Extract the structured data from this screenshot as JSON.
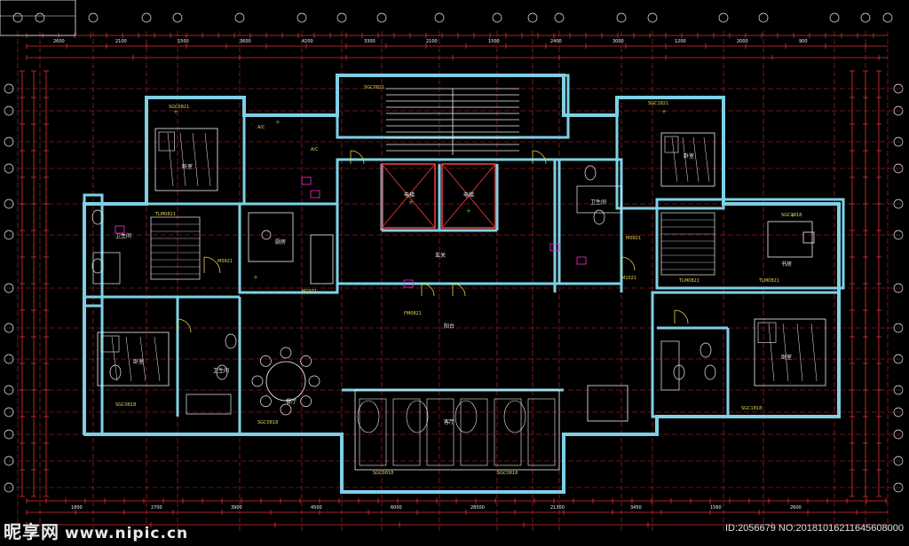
{
  "drawing": {
    "room_labels": [
      "卧室",
      "卧室",
      "卧室",
      "卧室",
      "客厅",
      "餐厅",
      "厨房",
      "电梯",
      "电梯",
      "阳台",
      "卫生间",
      "卫生间",
      "卫生间",
      "书房",
      "玄关"
    ],
    "tags": [
      "SGC0821",
      "SGC0821",
      "SGC1821",
      "SGC0818",
      "SGC0818",
      "SGC1818",
      "SGC1818",
      "SGC0818",
      "SGC0818",
      "TLM0821",
      "TLM0821",
      "TLM0821",
      "M0921",
      "M0921",
      "M1021",
      "M1021",
      "FM0821",
      "A/C",
      "A/C"
    ],
    "dims": [
      "2600",
      "2100",
      "1500",
      "3600",
      "4200",
      "3300",
      "2100",
      "1500",
      "2400",
      "3000",
      "1200",
      "2000",
      "900",
      "1800",
      "2700",
      "3900",
      "4500",
      "6000",
      "28500",
      "21300",
      "3450",
      "1560"
    ]
  },
  "watermark": {
    "site_name": "昵享网",
    "site_url": "www.nipic.cn",
    "id_text": "ID:2056679 NO:20181016211645608000"
  },
  "colors": {
    "background": "#000000",
    "wall": "#7fd0e4",
    "axis": "#c8282d",
    "dim": "#e03030",
    "furniture": "#f0f0f0",
    "highlight": "#ff3b3b",
    "yellow": "#e8d44a",
    "magenta": "#ff2bd6",
    "green": "#46d24b"
  }
}
